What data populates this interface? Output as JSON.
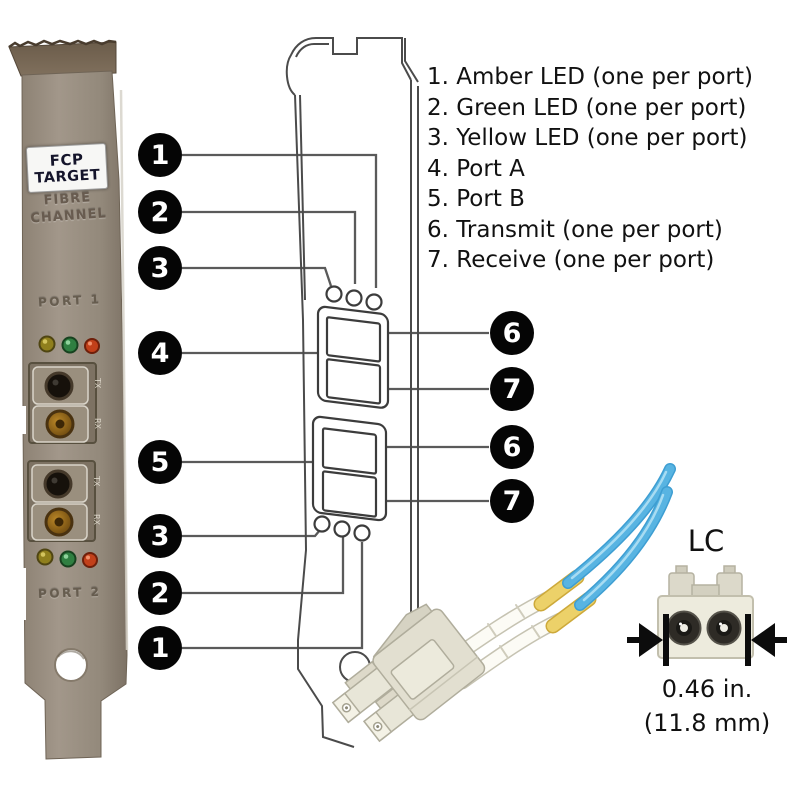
{
  "legend": {
    "items": [
      "1. Amber LED (one per port)",
      "2. Green LED (one per port)",
      "3. Yellow LED (one per port)",
      "4. Port A",
      "5. Port B",
      "6. Transmit (one per port)",
      "7. Receive (one per port)"
    ]
  },
  "callouts": {
    "left": [
      "1",
      "2",
      "3",
      "4",
      "5",
      "3",
      "2",
      "1"
    ],
    "right": [
      "6",
      "7",
      "6",
      "7"
    ]
  },
  "bracket_photo": {
    "label_line1": "FCP",
    "label_line2": "TARGET",
    "engraving_line1": "FIBRE",
    "engraving_line2": "CHANNEL",
    "port_1_engraving": "PORT 1",
    "port_2_engraving": "PORT 2",
    "tx_label": "TX",
    "rx_label": "RX"
  },
  "lc_diagram": {
    "title": "LC",
    "dimension_inches": "0.46 in.",
    "dimension_mm": "(11.8 mm)"
  },
  "colors": {
    "led_amber": "#8f7f1d",
    "led_green": "#2f7f41",
    "led_red": "#c2401a",
    "cable_blue": "#58b4e2",
    "cable_yellow": "#ecd169",
    "callout_background": "#050505",
    "callout_text": "#ffffff"
  }
}
